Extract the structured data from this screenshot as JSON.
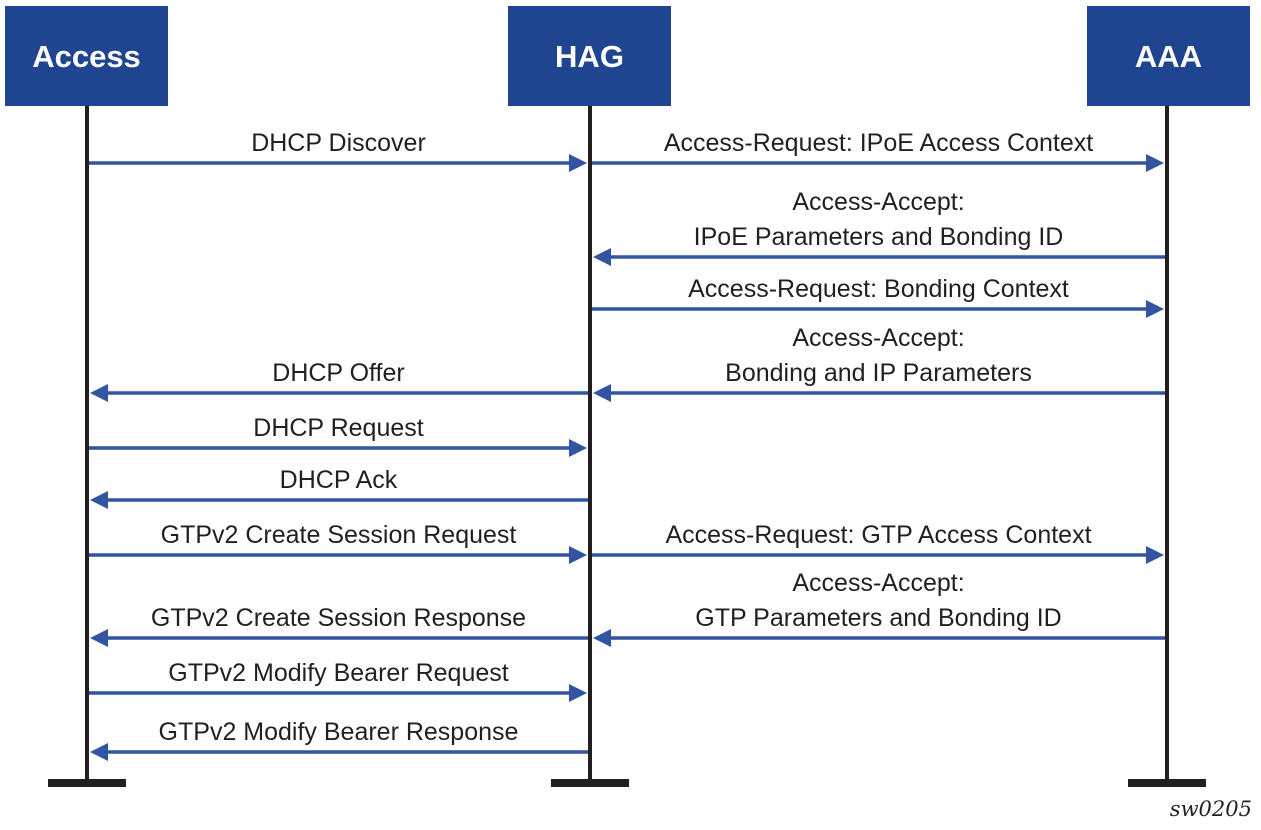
{
  "colors": {
    "entity_fill": "#1f4591",
    "entity_text": "#ffffff",
    "lifeline": "#231f20",
    "arrow": "#3354a3",
    "text": "#231f20"
  },
  "entities": [
    {
      "id": "access",
      "label": "Access"
    },
    {
      "id": "hag",
      "label": "HAG"
    },
    {
      "id": "aaa",
      "label": "AAA"
    }
  ],
  "messages": [
    {
      "from": "access",
      "to": "hag",
      "lines": [
        "DHCP Discover"
      ]
    },
    {
      "from": "hag",
      "to": "aaa",
      "lines": [
        "Access-Request: IPoE Access Context"
      ]
    },
    {
      "from": "aaa",
      "to": "hag",
      "lines": [
        "Access-Accept:",
        "IPoE Parameters and Bonding ID"
      ]
    },
    {
      "from": "hag",
      "to": "aaa",
      "lines": [
        "Access-Request: Bonding Context"
      ]
    },
    {
      "from": "aaa",
      "to": "hag",
      "lines": [
        "Access-Accept:",
        "Bonding and IP Parameters"
      ]
    },
    {
      "from": "hag",
      "to": "access",
      "lines": [
        "DHCP Offer"
      ]
    },
    {
      "from": "access",
      "to": "hag",
      "lines": [
        "DHCP Request"
      ]
    },
    {
      "from": "hag",
      "to": "access",
      "lines": [
        "DHCP Ack"
      ]
    },
    {
      "from": "access",
      "to": "hag",
      "lines": [
        "GTPv2 Create Session Request"
      ]
    },
    {
      "from": "hag",
      "to": "aaa",
      "lines": [
        "Access-Request: GTP Access Context"
      ]
    },
    {
      "from": "aaa",
      "to": "hag",
      "lines": [
        "Access-Accept:",
        "GTP Parameters and Bonding ID"
      ]
    },
    {
      "from": "hag",
      "to": "access",
      "lines": [
        "GTPv2 Create Session Response"
      ]
    },
    {
      "from": "access",
      "to": "hag",
      "lines": [
        "GTPv2 Modify Bearer Request"
      ]
    },
    {
      "from": "hag",
      "to": "access",
      "lines": [
        "GTPv2 Modify Bearer Response"
      ]
    }
  ],
  "figure_ref": "sw0205"
}
